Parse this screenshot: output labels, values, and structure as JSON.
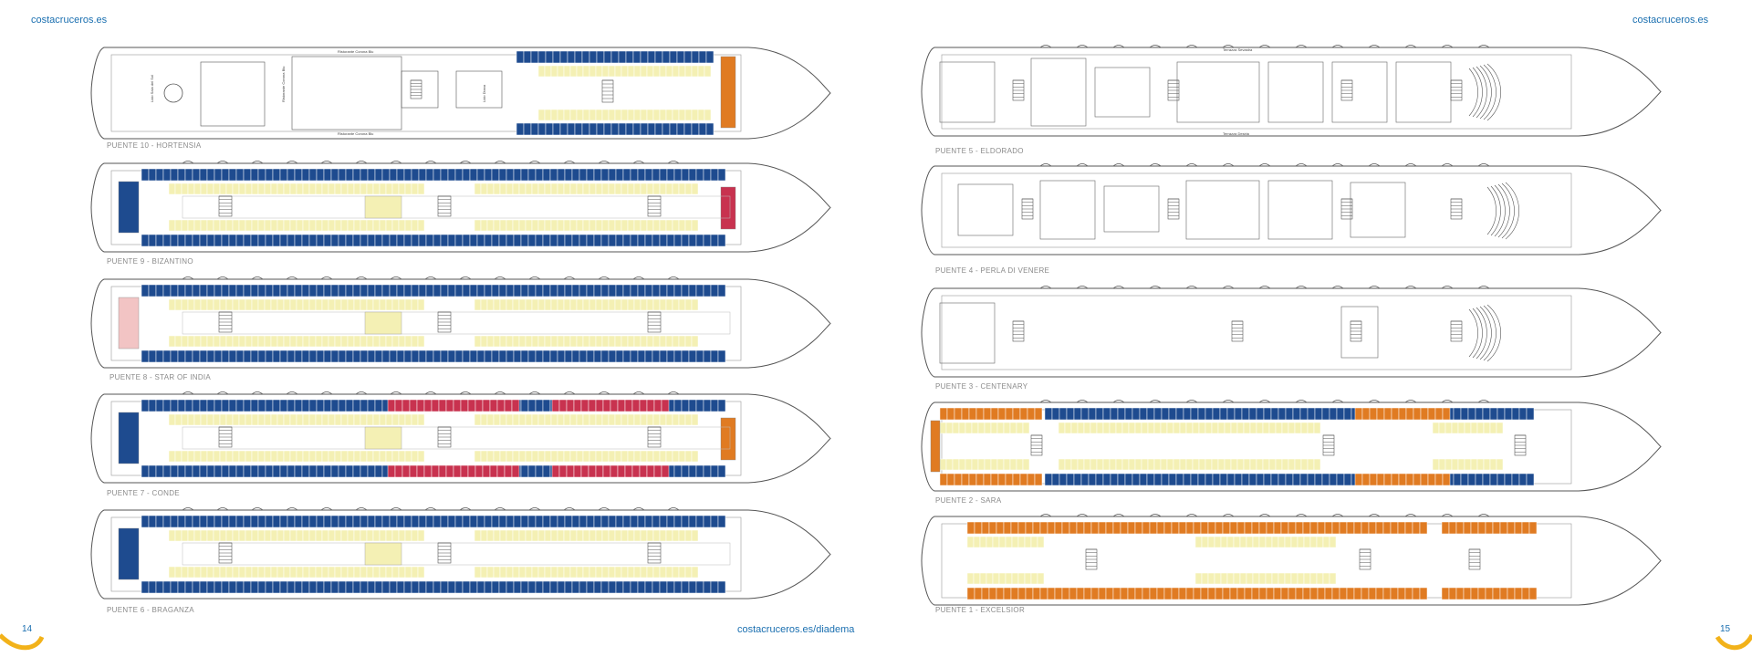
{
  "header": {
    "left_link": "costacruceros.es",
    "right_link": "costacruceros.es"
  },
  "footer": {
    "left_page": "14",
    "center_link": "costacruceros.es/diadema",
    "right_page": "15"
  },
  "colors": {
    "balcony": "#1e4b8f",
    "inside": "#f4f0b4",
    "suite": "#e07b22",
    "samsara": "#c8324f",
    "outline": "#555555",
    "link": "#1a6fb0"
  },
  "decks": [
    {
      "id": "deck10",
      "label": "PUENTE 10 - HORTENSIA",
      "texts": [
        "Ristorante Corona Blu",
        "Ristorante Corona Blu",
        "Ristorante Corona Blu",
        "Lido Diana",
        "Lido Sala del Sol"
      ]
    },
    {
      "id": "deck9",
      "label": "PUENTE 9 - BIZANTINO"
    },
    {
      "id": "deck8",
      "label": "PUENTE 8 - STAR OF INDIA"
    },
    {
      "id": "deck7",
      "label": "PUENTE 7 - CONDE"
    },
    {
      "id": "deck6",
      "label": "PUENTE 6 - BRAGANZA"
    },
    {
      "id": "deck5",
      "label": "PUENTE 5 - ELDORADO",
      "texts": [
        "Terrazza Sevastra",
        "Terrazza Desiria"
      ]
    },
    {
      "id": "deck4",
      "label": "PUENTE 4 - PERLA DI VENERE"
    },
    {
      "id": "deck3",
      "label": "PUENTE 3 - CENTENARY"
    },
    {
      "id": "deck2",
      "label": "PUENTE 2 - SARA"
    },
    {
      "id": "deck1",
      "label": "PUENTE 1 - EXCELSIOR"
    }
  ]
}
